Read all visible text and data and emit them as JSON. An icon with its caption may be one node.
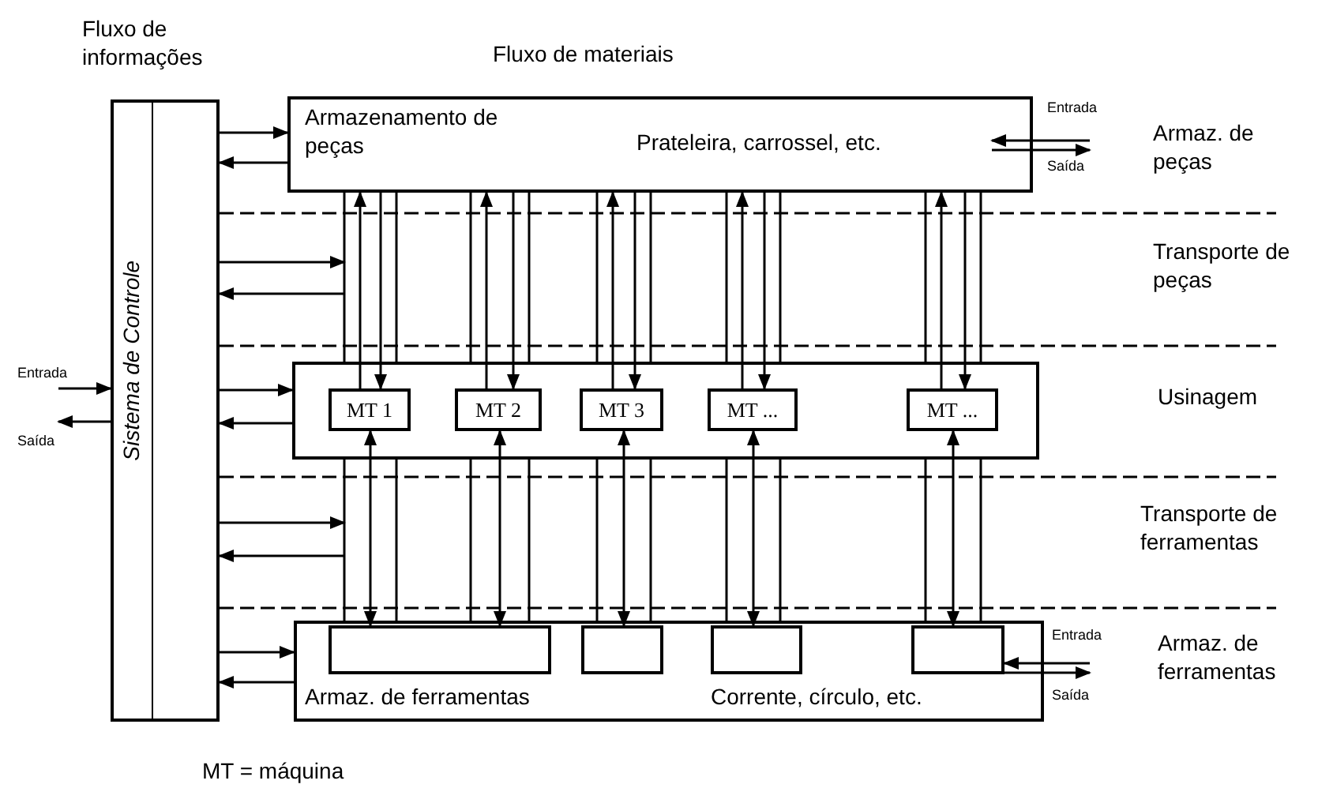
{
  "diagram": {
    "nodes": [
      {
        "text": [
          "Sistema de Controle"
        ]
      },
      {
        "text": [
          "Armazenamento de peças",
          "Prateleira, carrossel, etc."
        ]
      },
      {
        "text": [],
        "shape": "box"
      },
      {
        "text": [
          "MT 1"
        ],
        "in": 2
      },
      {
        "text": [
          "MT 2"
        ],
        "in": 2
      },
      {
        "text": [
          "MT 3"
        ],
        "in": 2
      },
      {
        "text": [
          "MT ..."
        ],
        "in": 2
      },
      {
        "text": [
          "MT ..."
        ],
        "in": 2
      },
      {
        "text": [
          "Armaz. de ferramentas",
          "Corrente, círculo, etc."
        ]
      },
      {
        "text": [],
        "shape": "box",
        "in": 8
      },
      {
        "text": [],
        "shape": "box",
        "in": 8
      },
      {
        "text": [],
        "shape": "box",
        "in": 8
      },
      {
        "text": [],
        "shape": "box",
        "in": 8
      }
    ],
    "edges": [
      {
        "from": null,
        "to": 0,
        "arrow": "to",
        "label": "Entrada"
      },
      {
        "from": 0,
        "to": null,
        "arrow": "to",
        "label": "Saída"
      },
      {
        "from": 0,
        "to": 1,
        "arrow": "to"
      },
      {
        "from": 1,
        "to": 0,
        "arrow": "to"
      },
      {
        "from": 0,
        "to": null,
        "arrow": "to"
      },
      {
        "from": null,
        "to": 0,
        "arrow": "to"
      },
      {
        "from": 0,
        "to": 2,
        "arrow": "to"
      },
      {
        "from": 2,
        "to": 0,
        "arrow": "to"
      },
      {
        "from": 0,
        "to": null,
        "arrow": "to"
      },
      {
        "from": null,
        "to": 0,
        "arrow": "to"
      },
      {
        "from": 0,
        "to": 8,
        "arrow": "to"
      },
      {
        "from": 8,
        "to": 0,
        "arrow": "to"
      },
      {
        "from": null,
        "to": 1,
        "arrow": "to",
        "label": "Entrada"
      },
      {
        "from": 1,
        "to": null,
        "arrow": "to",
        "label": "Saída"
      },
      {
        "from": 3,
        "to": 1,
        "arrow": "to"
      },
      {
        "from": 1,
        "to": 3,
        "arrow": "to"
      },
      {
        "from": 4,
        "to": 1,
        "arrow": "to"
      },
      {
        "from": 1,
        "to": 4,
        "arrow": "to"
      },
      {
        "from": 5,
        "to": 1,
        "arrow": "to"
      },
      {
        "from": 1,
        "to": 5,
        "arrow": "to"
      },
      {
        "from": 6,
        "to": 1,
        "arrow": "to"
      },
      {
        "from": 1,
        "to": 6,
        "arrow": "to"
      },
      {
        "from": 7,
        "to": 1,
        "arrow": "to"
      },
      {
        "from": 1,
        "to": 7,
        "arrow": "to"
      },
      {
        "from": 3,
        "to": 9,
        "arrow": "both"
      },
      {
        "from": 4,
        "to": 9,
        "arrow": "both"
      },
      {
        "from": 5,
        "to": 10,
        "arrow": "both"
      },
      {
        "from": 6,
        "to": 11,
        "arrow": "both"
      },
      {
        "from": 7,
        "to": 12,
        "arrow": "both"
      },
      {
        "from": null,
        "to": 12,
        "arrow": "to",
        "label": "Entrada"
      },
      {
        "from": 12,
        "to": null,
        "arrow": "to",
        "label": "Saída"
      }
    ],
    "labels": [
      "Fluxo de informações",
      "Fluxo de materiais",
      "Armaz. de peças",
      "Transporte de peças",
      "Usinagem",
      "Transporte de ferramentas",
      "Armaz. de ferramentas",
      "MT = máquina"
    ]
  }
}
